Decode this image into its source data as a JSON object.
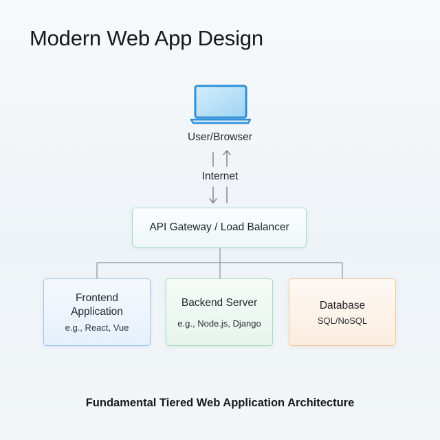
{
  "title": "Modern Web App Design",
  "user": {
    "icon": "laptop-icon",
    "label": "User/Browser"
  },
  "network": {
    "label": "Internet"
  },
  "gateway": {
    "label": "API Gateway / Load Balancer"
  },
  "tiers": [
    {
      "name": "Frontend Application",
      "detail": "e.g., React, Vue",
      "color": "#9cc4ea"
    },
    {
      "name": "Backend Server",
      "detail": "e.g., Node.js, Django",
      "color": "#a6dcba"
    },
    {
      "name": "Database",
      "detail": "SQL/NoSQL",
      "color": "#f3c89a"
    }
  ],
  "caption": "Fundamental Tiered Web Application Architecture",
  "colors": {
    "laptop_stroke": "#2f8fd8",
    "laptop_fill": "#b8e0f7",
    "gateway_border": "#9fdcc8",
    "connector": "#8a9097"
  }
}
